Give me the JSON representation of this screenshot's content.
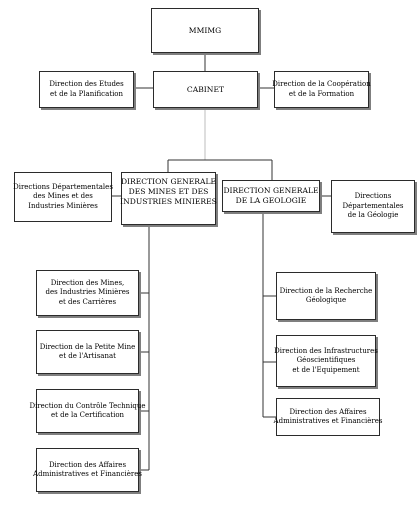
{
  "org_chart": {
    "ministry": {
      "lines": [
        "MMIMG"
      ]
    },
    "cabinet": {
      "lines": [
        "CABINET"
      ]
    },
    "studies": {
      "lines": [
        "Direction des Etudes",
        "et de la Planification"
      ]
    },
    "cooperation": {
      "lines": [
        "Direction de la Coopération",
        "et de la Formation"
      ]
    },
    "mines_general": {
      "lines": [
        "DIRECTION GENERALE",
        "DES  MINES  ET  DES",
        "INDUSTRIES MINIERES"
      ]
    },
    "geology_general": {
      "lines": [
        "DIRECTION GENERALE",
        "DE LA GEOLOGIE"
      ]
    },
    "mines_departmental": {
      "lines": [
        "Directions Départementales",
        "des Mines et des",
        "Industries Minières"
      ]
    },
    "geology_departmental": {
      "lines": [
        "Directions",
        "Départementales",
        "de la Géologie"
      ]
    },
    "mines_quarries": {
      "lines": [
        "Direction des Mines,",
        "des Industries  Minières",
        "et  des  Carrières"
      ]
    },
    "small_mine": {
      "lines": [
        "Direction de la Petite Mine",
        "et  de   l'Artisanat"
      ]
    },
    "technical_control": {
      "lines": [
        "Direction du Contrôle Technique",
        "et de la Certification"
      ]
    },
    "mines_admin": {
      "lines": [
        "Direction des Affaires",
        "Administratives et Financières"
      ]
    },
    "geo_research": {
      "lines": [
        "Direction de la Recherche",
        "Géologique"
      ]
    },
    "geo_infrastructure": {
      "lines": [
        "Direction des Infrastructures",
        "Géoscientifiques",
        "et de l'Equipement"
      ]
    },
    "geo_admin": {
      "lines": [
        "Direction des Affaires",
        "Administratives et Financières"
      ]
    }
  }
}
